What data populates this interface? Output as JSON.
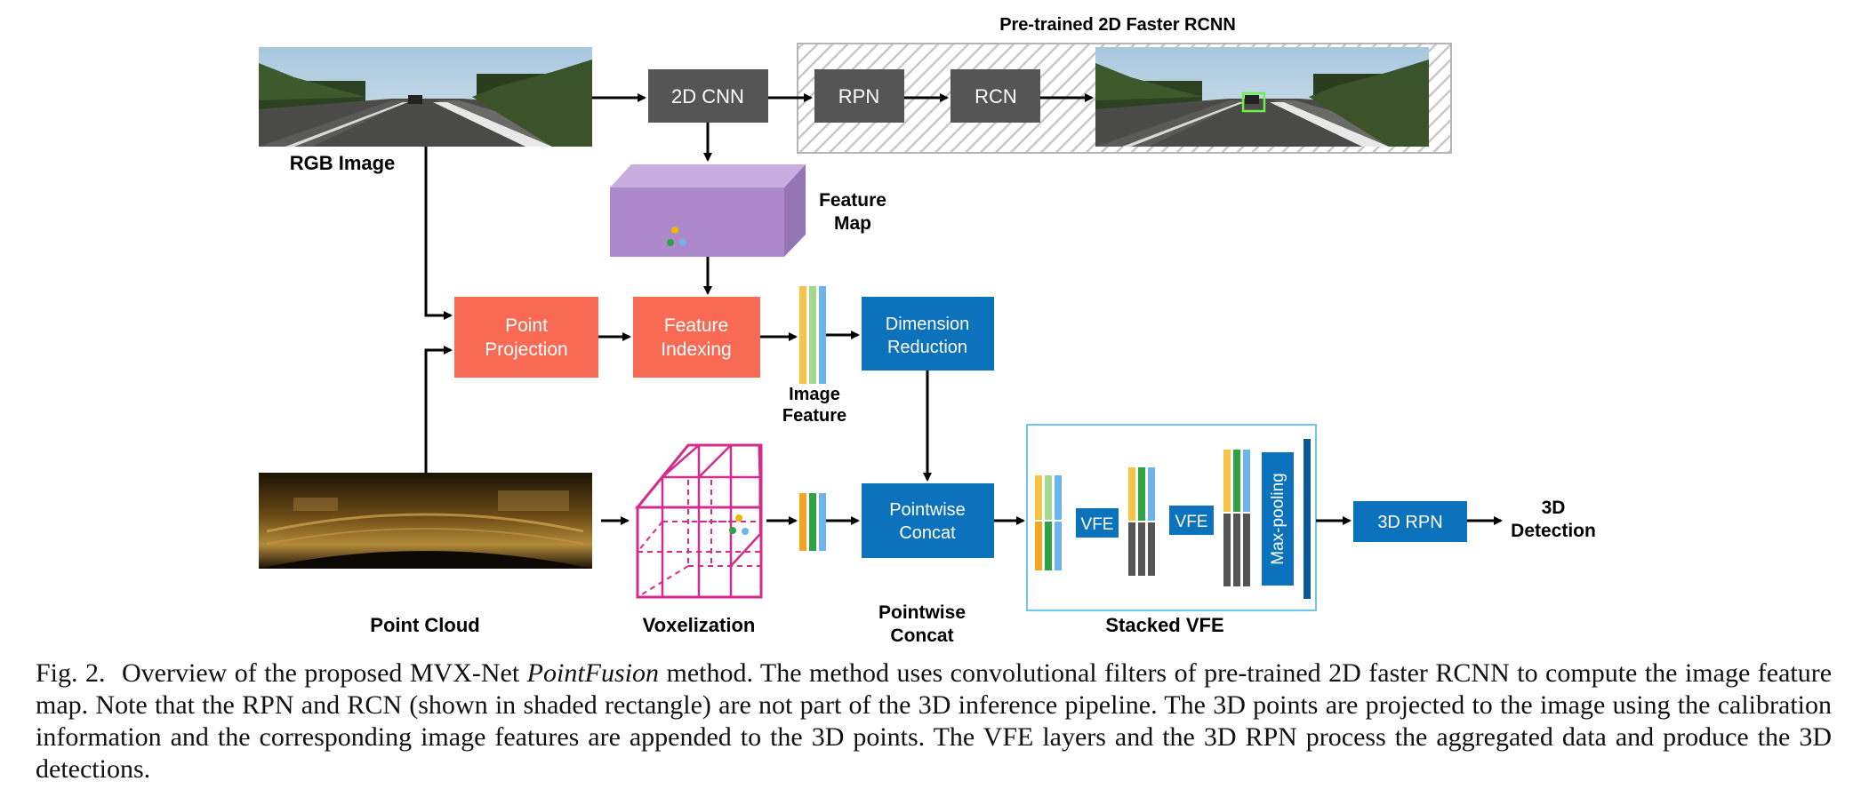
{
  "figure": {
    "labels": {
      "pretrained": "Pre-trained 2D Faster RCNN",
      "rgb_image": "RGB Image",
      "feature_map_1": "Feature",
      "feature_map_2": "Map",
      "image_feature_1": "Image",
      "image_feature_2": "Feature",
      "point_cloud": "Point Cloud",
      "voxelization": "Voxelization",
      "pointwise_concat_1": "Pointwise",
      "pointwise_concat_2": "Concat",
      "stacked_vfe": "Stacked VFE",
      "detection_1": "3D",
      "detection_2": "Detection"
    },
    "boxes": {
      "cnn": "2D CNN",
      "rpn": "RPN",
      "rcn": "RCN",
      "point_projection_1": "Point",
      "point_projection_2": "Projection",
      "feature_indexing_1": "Feature",
      "feature_indexing_2": "Indexing",
      "dimension_reduction_1": "Dimension",
      "dimension_reduction_2": "Reduction",
      "pointwise_concat_1": "Pointwise",
      "pointwise_concat_2": "Concat",
      "vfe_1": "VFE",
      "vfe_2": "VFE",
      "max_pooling": "Max-pooling",
      "rpn3d": "3D RPN"
    },
    "colors": {
      "dark_box": "#555555",
      "salmon": "#f96a55",
      "blue": "#0b72bb",
      "purple": "#ad88cb",
      "cyan_border": "#6cc8ee",
      "magenta": "#d42c8c",
      "feat_yellow": "#f6c347",
      "feat_green": "#2fa243",
      "feat_blue": "#6cb4ea",
      "feat_light_green": "#a3d98f",
      "feat_orange": "#f3a51f",
      "feat_dark_grey": "#555555"
    }
  },
  "caption": {
    "lead": "Fig. 2.",
    "text_1": "Overview of the proposed MVX-Net ",
    "italic": "PointFusion",
    "text_2": " method. The method uses convolutional filters of pre-trained 2D faster RCNN to compute the image feature map. Note that the RPN and RCN (shown in shaded rectangle) are not part of the 3D inference pipeline. The 3D points are projected to the image using the calibration information and the corresponding image features are appended to the 3D points. The VFE layers and the 3D RPN process the aggregated data and produce the 3D detections."
  }
}
